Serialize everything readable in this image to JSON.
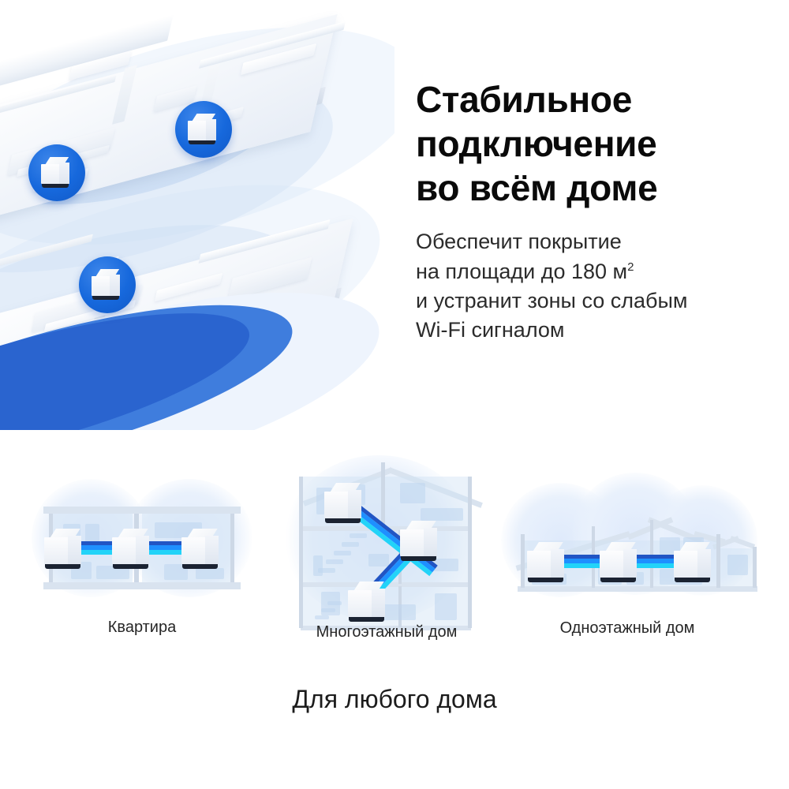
{
  "hero": {
    "alt": "isometric two-floor apartment cutaway with mesh units and Wi-Fi coverage domes",
    "badge_count": 3,
    "badge_color": "#1668dc",
    "floor_slab_color": "#2a64cf",
    "halo_color": "#afcbee"
  },
  "text": {
    "headline_line1": "Стабильное",
    "headline_line2": "подключение",
    "headline_line3": "во всём доме",
    "body_line1": "Обеспечит покрытие",
    "body_line2_pre": "на площади до 180 м",
    "body_line2_sup": "2",
    "body_line3": "и устранит зоны со слабым",
    "body_line4": "Wi-Fi сигналом"
  },
  "scenes": [
    {
      "id": "apartment",
      "caption": "Квартира",
      "units": 3,
      "layout": "horizontal",
      "building": "flat-section"
    },
    {
      "id": "multistory-house",
      "caption": "Многоэтажный дом",
      "units": 3,
      "layout": "diagonal",
      "building": "three-floor-house"
    },
    {
      "id": "single-story-house",
      "caption": "Одноэтажный дом",
      "units": 3,
      "layout": "horizontal",
      "building": "gabled-house"
    }
  ],
  "beam": {
    "stripe_dark": "#2155c4",
    "stripe_mid": "#1e90ff",
    "stripe_cyan": "#22d3f8"
  },
  "footer": {
    "tagline": "Для любого дома"
  }
}
